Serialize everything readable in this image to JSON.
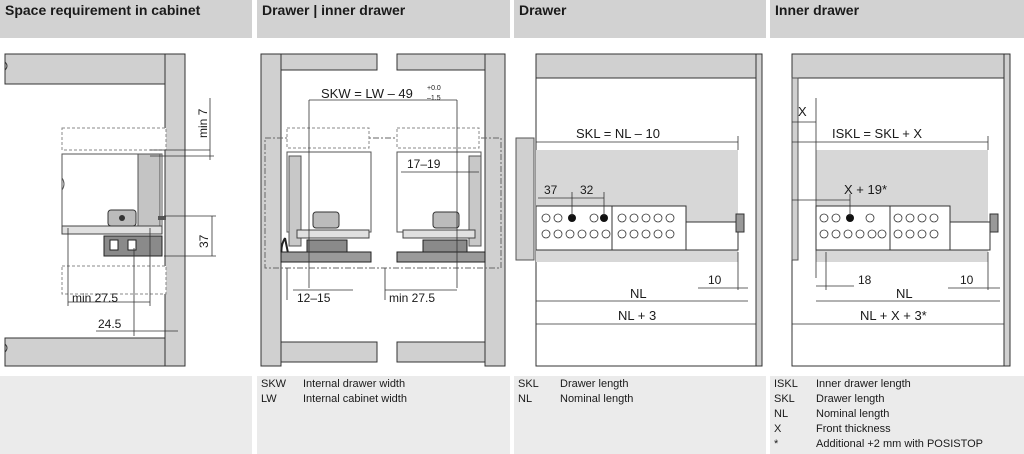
{
  "panels": [
    {
      "title": "Space requirement in cabinet",
      "dims": {
        "min7": "min 7",
        "d37": "37",
        "min275": "min 27.5",
        "d245": "24.5"
      },
      "legend": []
    },
    {
      "title": "Drawer | inner drawer",
      "dims": {
        "skw_main": "SKW = LW – 49",
        "skw_sup": "+0.0",
        "skw_sub": "–1.5",
        "d1719": "17–19",
        "d1215": "12–15",
        "min275": "min 27.5"
      },
      "legend": [
        {
          "abbr": "SKW",
          "desc": "Internal drawer width"
        },
        {
          "abbr": "LW",
          "desc": "Internal cabinet width"
        }
      ]
    },
    {
      "title": "Drawer",
      "dims": {
        "skl": "SKL = NL – 10",
        "d37": "37",
        "d32": "32",
        "d10": "10",
        "nl": "NL",
        "nl3": "NL + 3"
      },
      "legend": [
        {
          "abbr": "SKL",
          "desc": "Drawer length"
        },
        {
          "abbr": "NL",
          "desc": "Nominal length"
        }
      ]
    },
    {
      "title": "Inner drawer",
      "dims": {
        "x": "X",
        "iskl": "ISKL = SKL + X",
        "x19": "X + 19*",
        "d18": "18",
        "d10": "10",
        "nl": "NL",
        "nlx3": "NL + X + 3*"
      },
      "legend": [
        {
          "abbr": "ISKL",
          "desc": "Inner drawer length"
        },
        {
          "abbr": "SKL",
          "desc": "Drawer length"
        },
        {
          "abbr": "NL",
          "desc": "Nominal length"
        },
        {
          "abbr": "X",
          "desc": "Front thickness"
        },
        {
          "abbr": "*",
          "desc": "Additional +2 mm with POSISTOP"
        }
      ]
    }
  ]
}
